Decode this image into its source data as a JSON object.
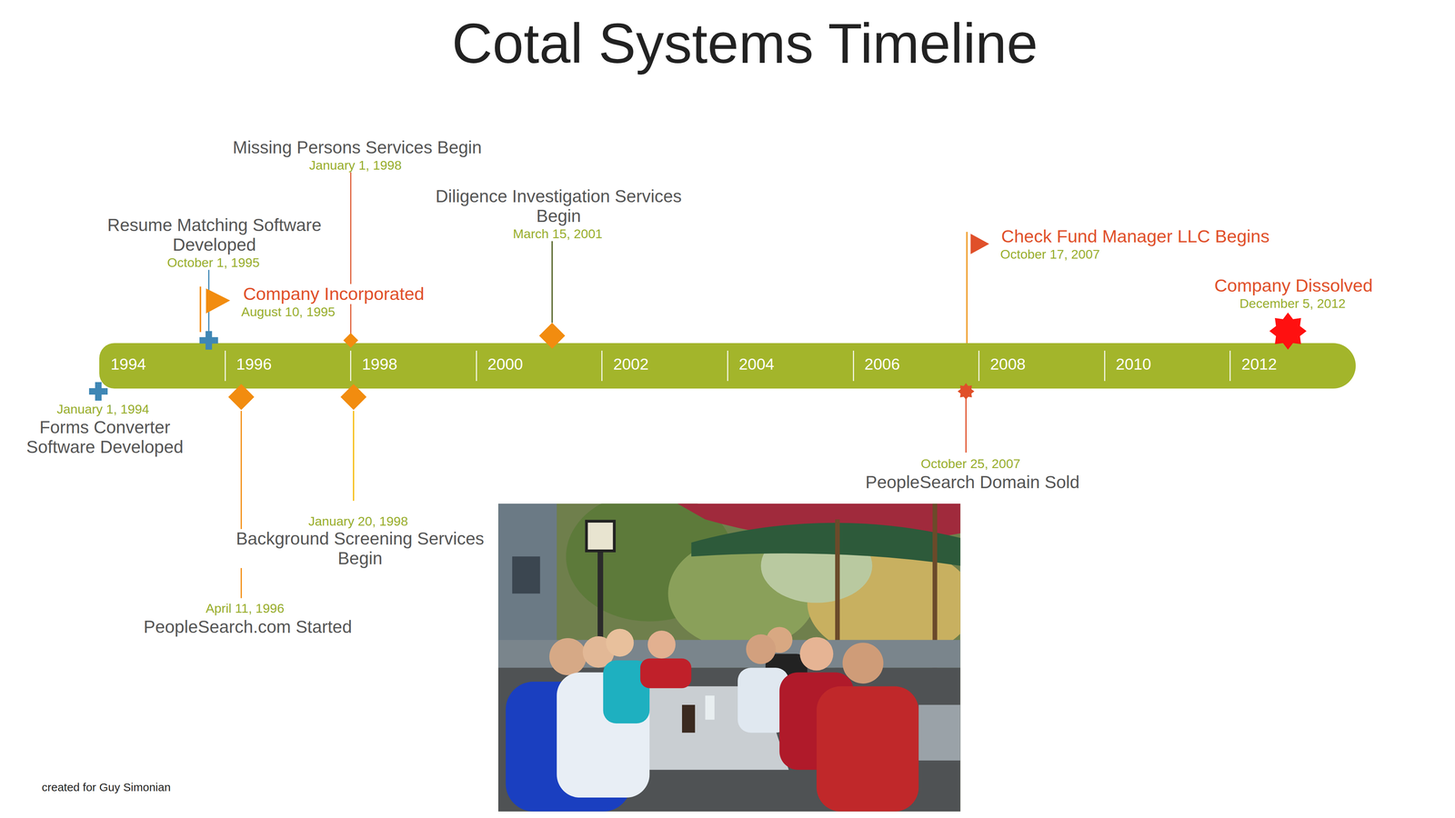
{
  "diagram": {
    "title": "Cotal Systems Timeline",
    "nodes": [
      {
        "text": [
          "1994",
          "1996",
          "1998",
          "2000",
          "2002",
          "2004",
          "2006",
          "2008",
          "2010",
          "2012"
        ]
      }
    ],
    "labels": [
      "Missing Persons Services Begin",
      "January 1, 1998",
      "Resume Matching Software Developed",
      "October 1, 1995",
      "Diligence Investigation Services Begin",
      "March 15, 2001",
      "Check Fund Manager LLC Begins",
      "October 17, 2007",
      "Company Incorporated",
      "August 10, 1995",
      "Company Dissolved",
      "December 5, 2012",
      "January 1, 1994",
      "Forms Converter Software Developed",
      "October 25, 2007",
      "PeopleSearch Domain Sold",
      "January 20, 1998",
      "Background Screening Services Begin",
      "April 11, 1996",
      "PeopleSearch.com Started",
      "created for Guy Simonian"
    ]
  }
}
